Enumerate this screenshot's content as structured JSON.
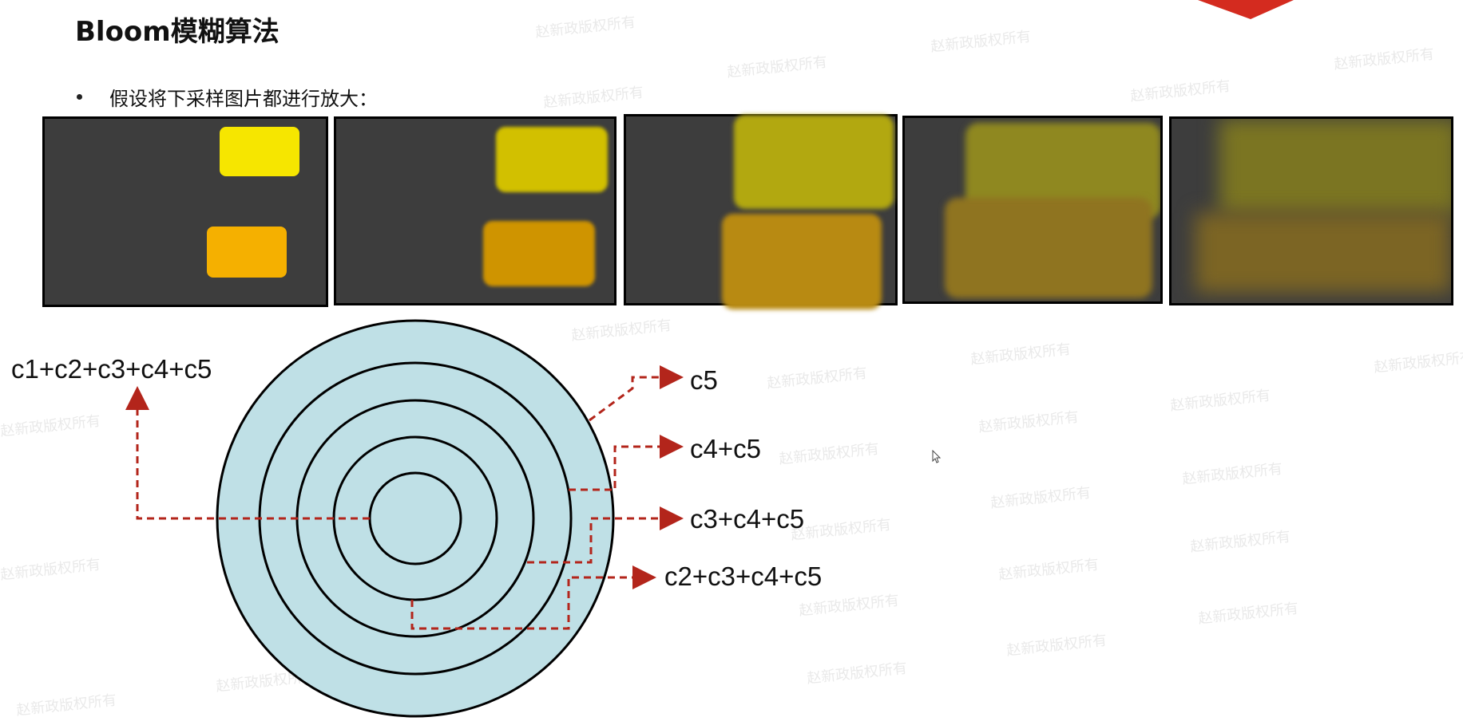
{
  "title": "Bloom模糊算法",
  "bullet": "假设将下采样图片都进行放大：",
  "watermark": "赵新政版权所有",
  "icons": {
    "bullet": "bullet-dot-icon",
    "cursor": "mouse-cursor-icon",
    "corner": "corner-decoration-icon"
  },
  "colors": {
    "panel_bg": "#3d3d3d",
    "ring_fill": "#bfe0e6",
    "arrow": "#b3251b",
    "yellow": "#f6e600",
    "orange": "#f5b000"
  },
  "sum_labels": {
    "top_left": "c1+c2+c3+c4+c5",
    "c5": "c5",
    "c4c5": "c4+c5",
    "c3c4c5": "c3+c4+c5",
    "c2c3c4c5": "c2+c3+c4+c5"
  },
  "panels_count": 5,
  "rings_count": 5
}
